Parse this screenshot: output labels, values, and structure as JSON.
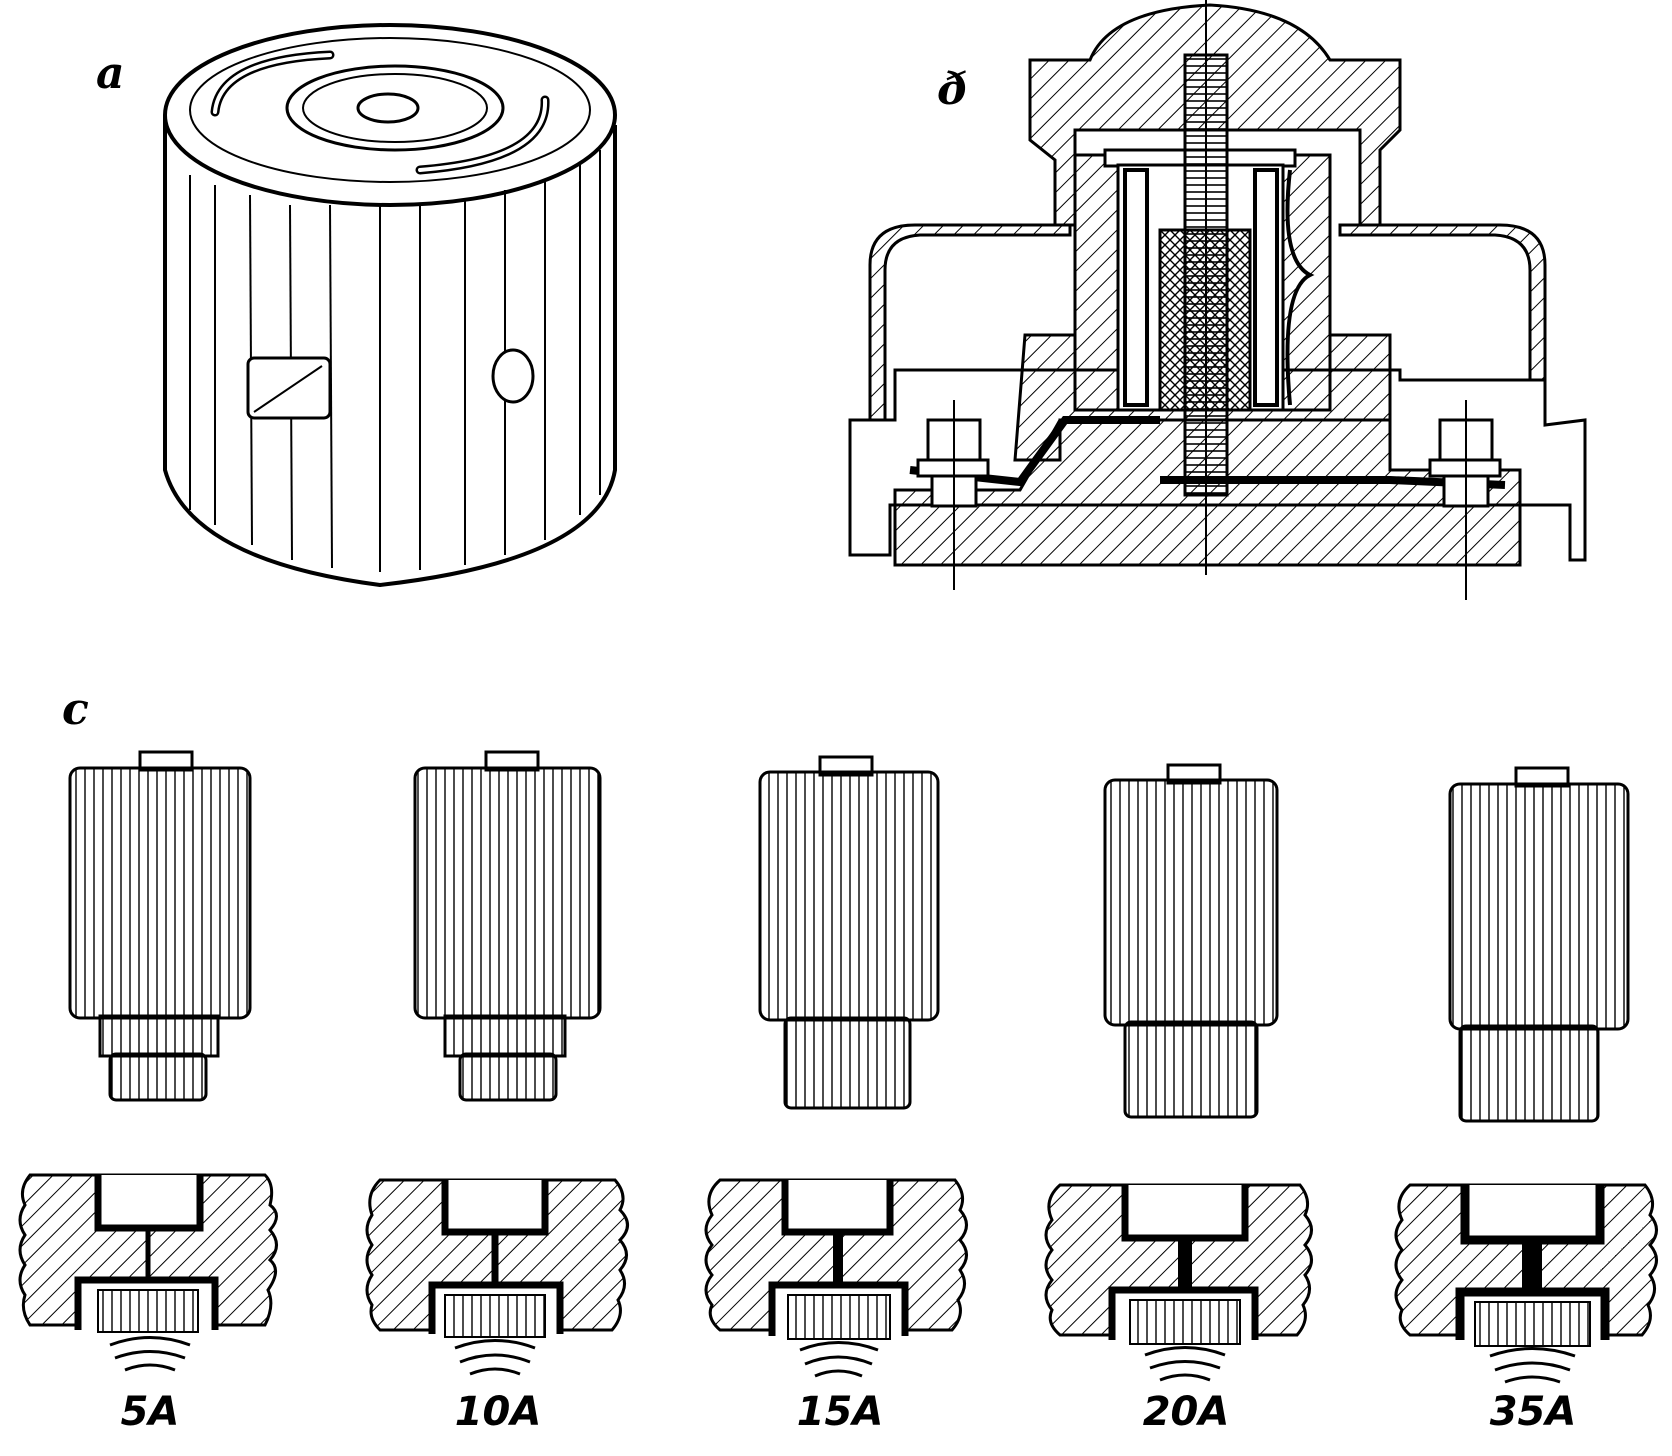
{
  "panels": {
    "a": {
      "label": "a"
    },
    "b": {
      "label": "ð"
    },
    "c": {
      "label": "c"
    }
  },
  "fuses": [
    {
      "rating": "5A",
      "wire_weight": "thin"
    },
    {
      "rating": "10A",
      "wire_weight": "light"
    },
    {
      "rating": "15A",
      "wire_weight": "medium"
    },
    {
      "rating": "20A",
      "wire_weight": "heavy"
    },
    {
      "rating": "35A",
      "wire_weight": "thickest"
    }
  ],
  "colors": {
    "ink": "#000000",
    "paper": "#ffffff"
  }
}
